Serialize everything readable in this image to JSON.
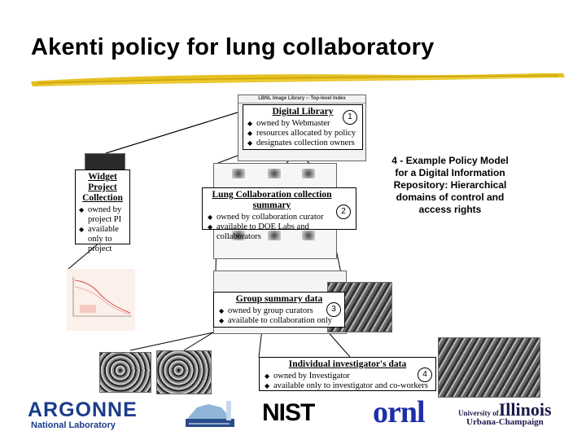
{
  "slide": {
    "title": "Akenti policy for lung collaboratory"
  },
  "screenshot_labels": {
    "top_index_bar": "LBNL Image Library -- Top-level Index"
  },
  "boxes": {
    "digital_library": {
      "heading": "Digital Library",
      "number": "1",
      "items": [
        "owned by Webmaster",
        "resources allocated by policy",
        "designates collection owners"
      ]
    },
    "widget_project": {
      "heading": "Widget Project Collection",
      "items": [
        "owned by project PI",
        "available only to project"
      ]
    },
    "lung_collaboration": {
      "heading": "Lung Collaboration collection summary",
      "number": "2",
      "items": [
        "owned by collaboration curator",
        "available to DOE Labs and collaborators"
      ]
    },
    "group_summary": {
      "heading": "Group summary data",
      "number": "3",
      "items": [
        "owned by group curators",
        "available to collaboration only"
      ]
    },
    "individual_investigator": {
      "heading": "Individual investigator's data",
      "number": "4",
      "items": [
        "owned by Investigator",
        "available only to investigator and co-workers"
      ]
    }
  },
  "policy_caption": "4 - Example Policy Model for a Digital Information Repository: Hierarchical domains of control and access rights",
  "logos": {
    "argonne": "ARGONNE",
    "argonne_sub": "National Laboratory",
    "nist": "NIST",
    "ornl": "ornl",
    "uiuc_prefix": "University of",
    "uiuc_main": "Illinois",
    "uiuc_sub": "Urbana-Champaign"
  },
  "colors": {
    "underline_brush": "#e6c020",
    "argonne_blue": "#1b3c8c",
    "ornl_blue": "#1e2fa8"
  }
}
